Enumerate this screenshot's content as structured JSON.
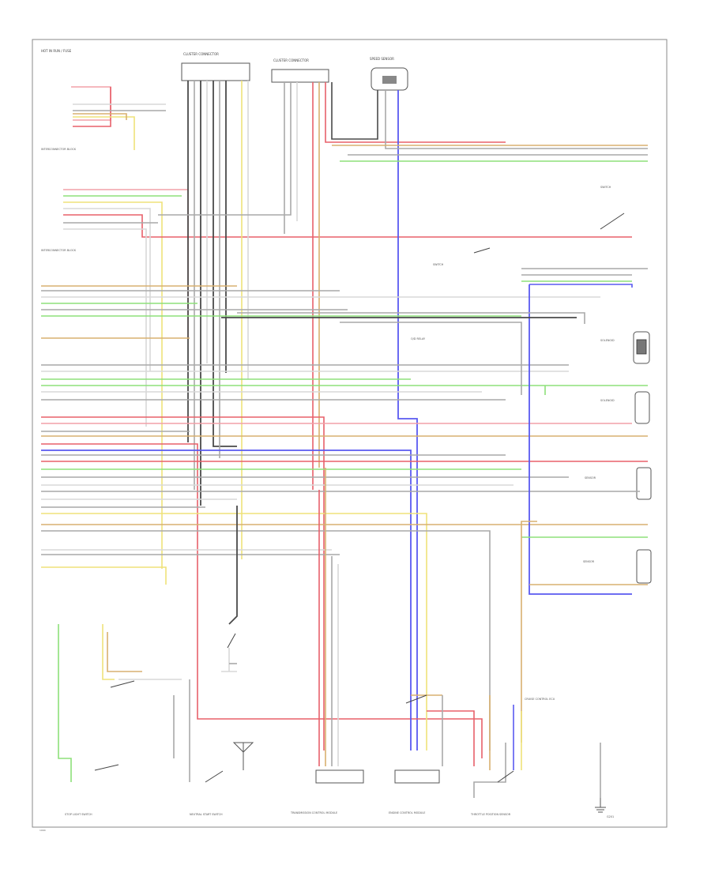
{
  "wire_colors": {
    "red": "#e8606a",
    "pink": "#f2a0a8",
    "green": "#8ee07a",
    "yellow": "#efe27a",
    "blue": "#5a5af0",
    "tan": "#d8b070",
    "gray": "#a9a9a9",
    "black": "#4a4a4a",
    "white": "#d8d8d8",
    "dark": "#3a3a3a"
  },
  "labels": {
    "top_left_fuse": "HOT IN RUN / FUSE",
    "cluster_conn_1": "CLUSTER CONNECTOR",
    "cluster_conn_2": "CLUSTER CONNECTOR",
    "speed_sensor": "SPEED SENSOR",
    "block_1": "INTERCONNECTOR BLOCK",
    "block_2": "INTERCONNECTOR BLOCK",
    "relay_1": "O/D RELAY",
    "solenoid_1": "SOLENOID",
    "solenoid_2": "SOLENOID",
    "sensor_1": "SENSOR",
    "sensor_2": "SENSOR",
    "switch_1": "SWITCH",
    "switch_2": "SWITCH",
    "neutral_switch": "NEUTRAL START SWITCH",
    "brake_switch": "STOP LIGHT SWITCH",
    "tps": "THROTTLE POSITION SENSOR",
    "cruise_ecu": "CRUISE CONTROL ECU",
    "ecm": "ENGINE CONTROL MODULE",
    "tcm": "TRANSMISSION CONTROL MODULE",
    "ground": "G201",
    "corner_tag": "1994"
  }
}
